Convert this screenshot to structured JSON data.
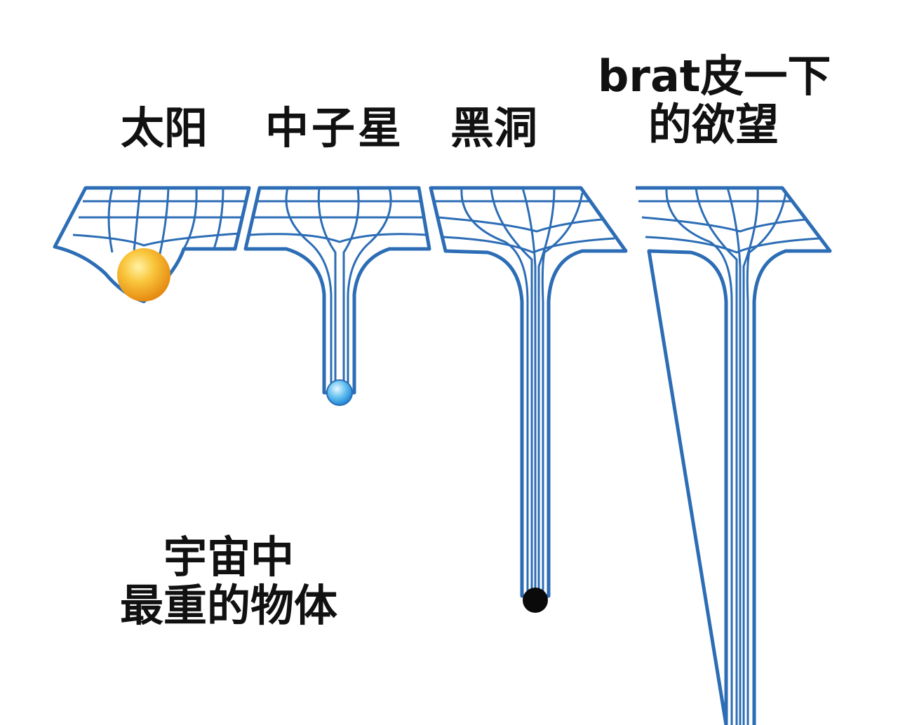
{
  "labels": {
    "sun": "太阳",
    "neutron_star": "中子星",
    "black_hole": "黑洞",
    "brat_line1": "brat皮一下",
    "brat_line2": "的欲望",
    "heaviest_line1": "宇宙中",
    "heaviest_line2": "最重的物体"
  },
  "colors": {
    "grid": "#2c6db5",
    "sun": "#f7a823",
    "neutron_star": "#35a4e8",
    "black_hole": "#0a0a0a",
    "text": "#111111"
  }
}
